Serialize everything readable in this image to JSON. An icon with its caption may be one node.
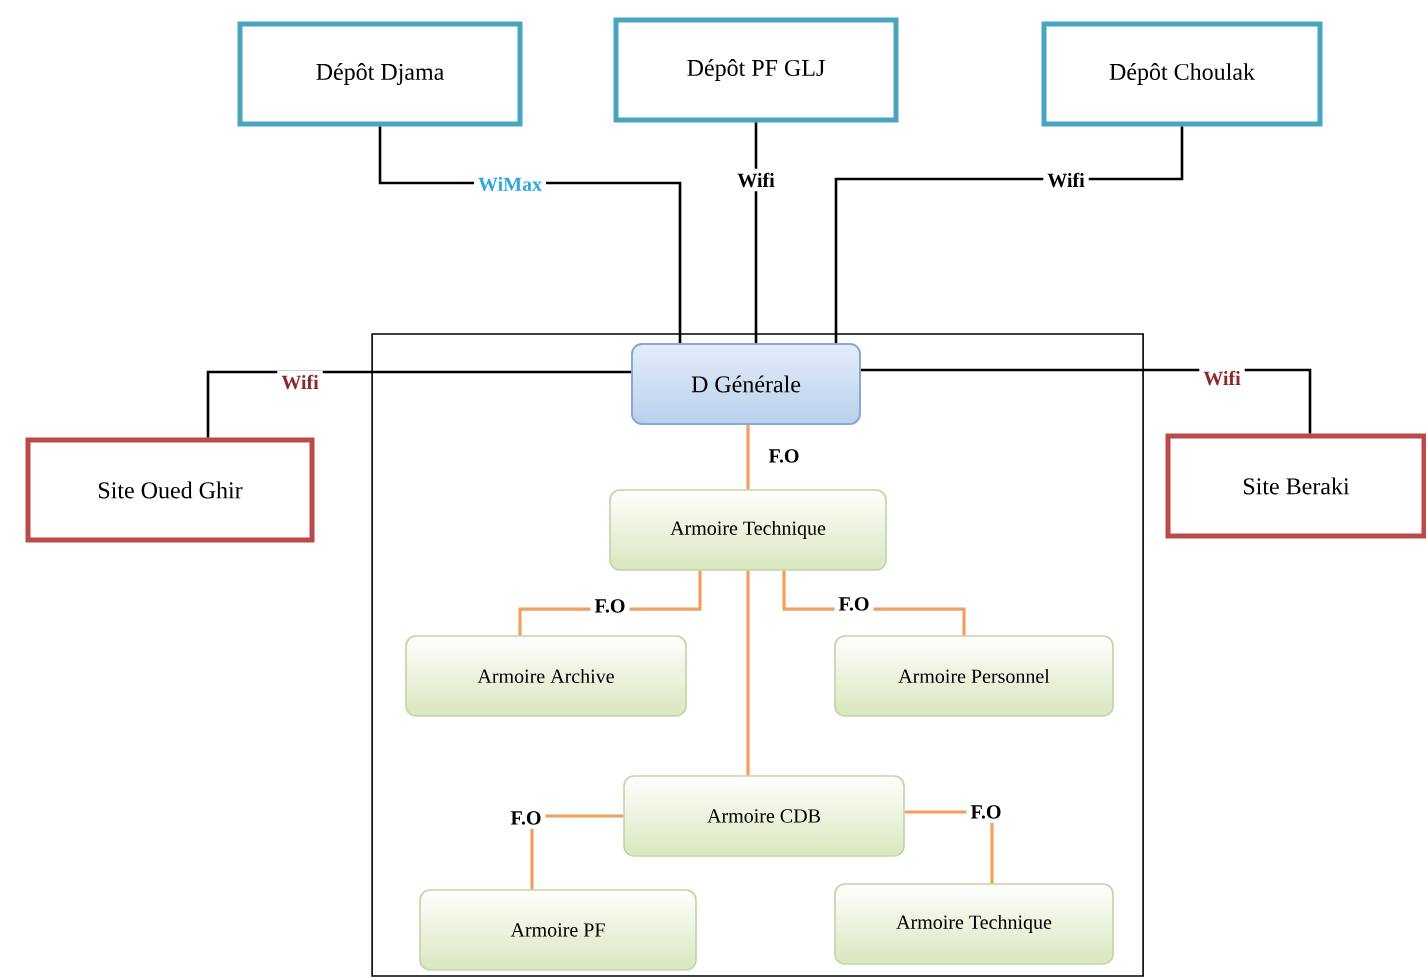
{
  "diagram": {
    "nodes": [
      {
        "text": [
          "Dépôt Djama"
        ]
      },
      {
        "text": [
          "Dépôt PF GLJ"
        ]
      },
      {
        "text": [
          "Dépôt Choulak"
        ]
      },
      {
        "text": [],
        "shape": "box"
      },
      {
        "text": [
          "D Générale"
        ],
        "in": 3
      },
      {
        "text": [
          "Site Oued Ghir"
        ]
      },
      {
        "text": [
          "Site Beraki"
        ]
      },
      {
        "text": [
          "Armoire Technique"
        ],
        "in": 3
      },
      {
        "text": [
          "Armoire Archive"
        ],
        "in": 3
      },
      {
        "text": [
          "Armoire Personnel"
        ],
        "in": 3
      },
      {
        "text": [
          "Armoire CDB"
        ],
        "in": 3
      },
      {
        "text": [
          "Armoire PF"
        ],
        "in": 3
      },
      {
        "text": [
          "Armoire Technique"
        ],
        "in": 3
      }
    ],
    "edges": [
      {
        "from": 0,
        "to": 4,
        "arrow": "none",
        "label": "WiMax",
        "color": "#000000"
      },
      {
        "from": 1,
        "to": 4,
        "arrow": "none",
        "label": "Wifi",
        "color": "#000000"
      },
      {
        "from": 2,
        "to": 4,
        "arrow": "none",
        "label": "Wifi",
        "color": "#000000"
      },
      {
        "from": 5,
        "to": 4,
        "arrow": "none",
        "label": "Wifi",
        "color": "#000000"
      },
      {
        "from": 6,
        "to": 4,
        "arrow": "none",
        "label": "Wifi",
        "color": "#000000"
      },
      {
        "from": 4,
        "to": 7,
        "arrow": "none",
        "label": "F.O"
      },
      {
        "from": 7,
        "to": 8,
        "arrow": "none",
        "label": "F.O"
      },
      {
        "from": 7,
        "to": 9,
        "arrow": "none",
        "label": "F.O"
      },
      {
        "from": 7,
        "to": 10,
        "arrow": "none"
      },
      {
        "from": 10,
        "to": 11,
        "arrow": "none",
        "label": "F.O"
      },
      {
        "from": 10,
        "to": 12,
        "arrow": "none",
        "label": "F.O"
      }
    ]
  }
}
